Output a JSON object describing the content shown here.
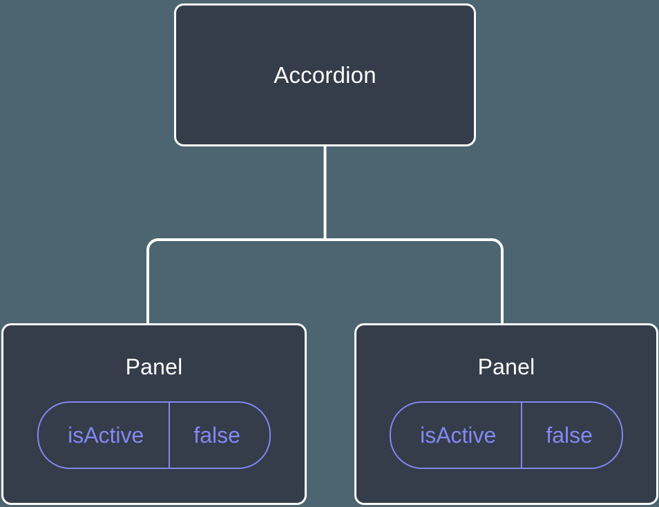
{
  "canvas": {
    "background_color": "#4c6570",
    "node_fill_color": "#353c4a",
    "node_border_color": "#ffffff",
    "accent_color": "#8289f2",
    "connector_color": "#ffffff"
  },
  "tree": {
    "root": {
      "label": "Accordion"
    },
    "children": [
      {
        "label": "Panel",
        "state": {
          "key": "isActive",
          "value": "false"
        }
      },
      {
        "label": "Panel",
        "state": {
          "key": "isActive",
          "value": "false"
        }
      }
    ]
  }
}
